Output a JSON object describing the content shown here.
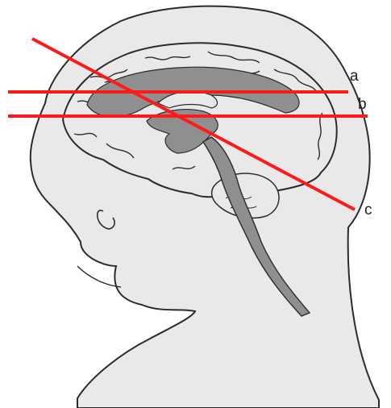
{
  "labels": {
    "a": "a",
    "b": "b",
    "c": "c"
  },
  "colors": {
    "background": "#ffffff",
    "head_fill": "#e9e9e9",
    "outline": "#2b2b2b",
    "ventricle": "#8f8f8f",
    "cut_lines": "#ff1a1a"
  },
  "cut_lines": [
    {
      "label_key": "a",
      "orientation": "horizontal"
    },
    {
      "label_key": "b",
      "orientation": "horizontal"
    },
    {
      "label_key": "c",
      "orientation": "oblique"
    }
  ]
}
